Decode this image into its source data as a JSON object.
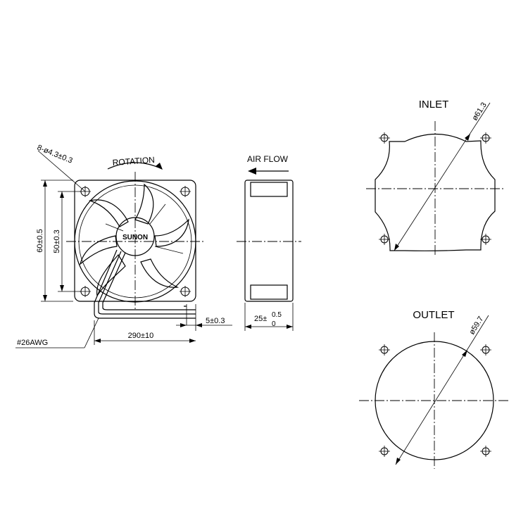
{
  "labels": {
    "hole_spec": "8-ø4.3±0.3",
    "rotation": "ROTATION",
    "brand": "SUNON",
    "air_flow": "AIR FLOW",
    "height_outer": "60±0.5",
    "height_inner": "50±0.3",
    "wire_gauge": "#26AWG",
    "lead_length": "290±10",
    "strip_length": "5±0.3",
    "thickness_base": "25±",
    "thickness_upper": "0.5",
    "thickness_lower": "0",
    "inlet": "INLET",
    "inlet_diameter": "ø61.3",
    "outlet": "OUTLET",
    "outlet_diameter": "ø59.7"
  }
}
